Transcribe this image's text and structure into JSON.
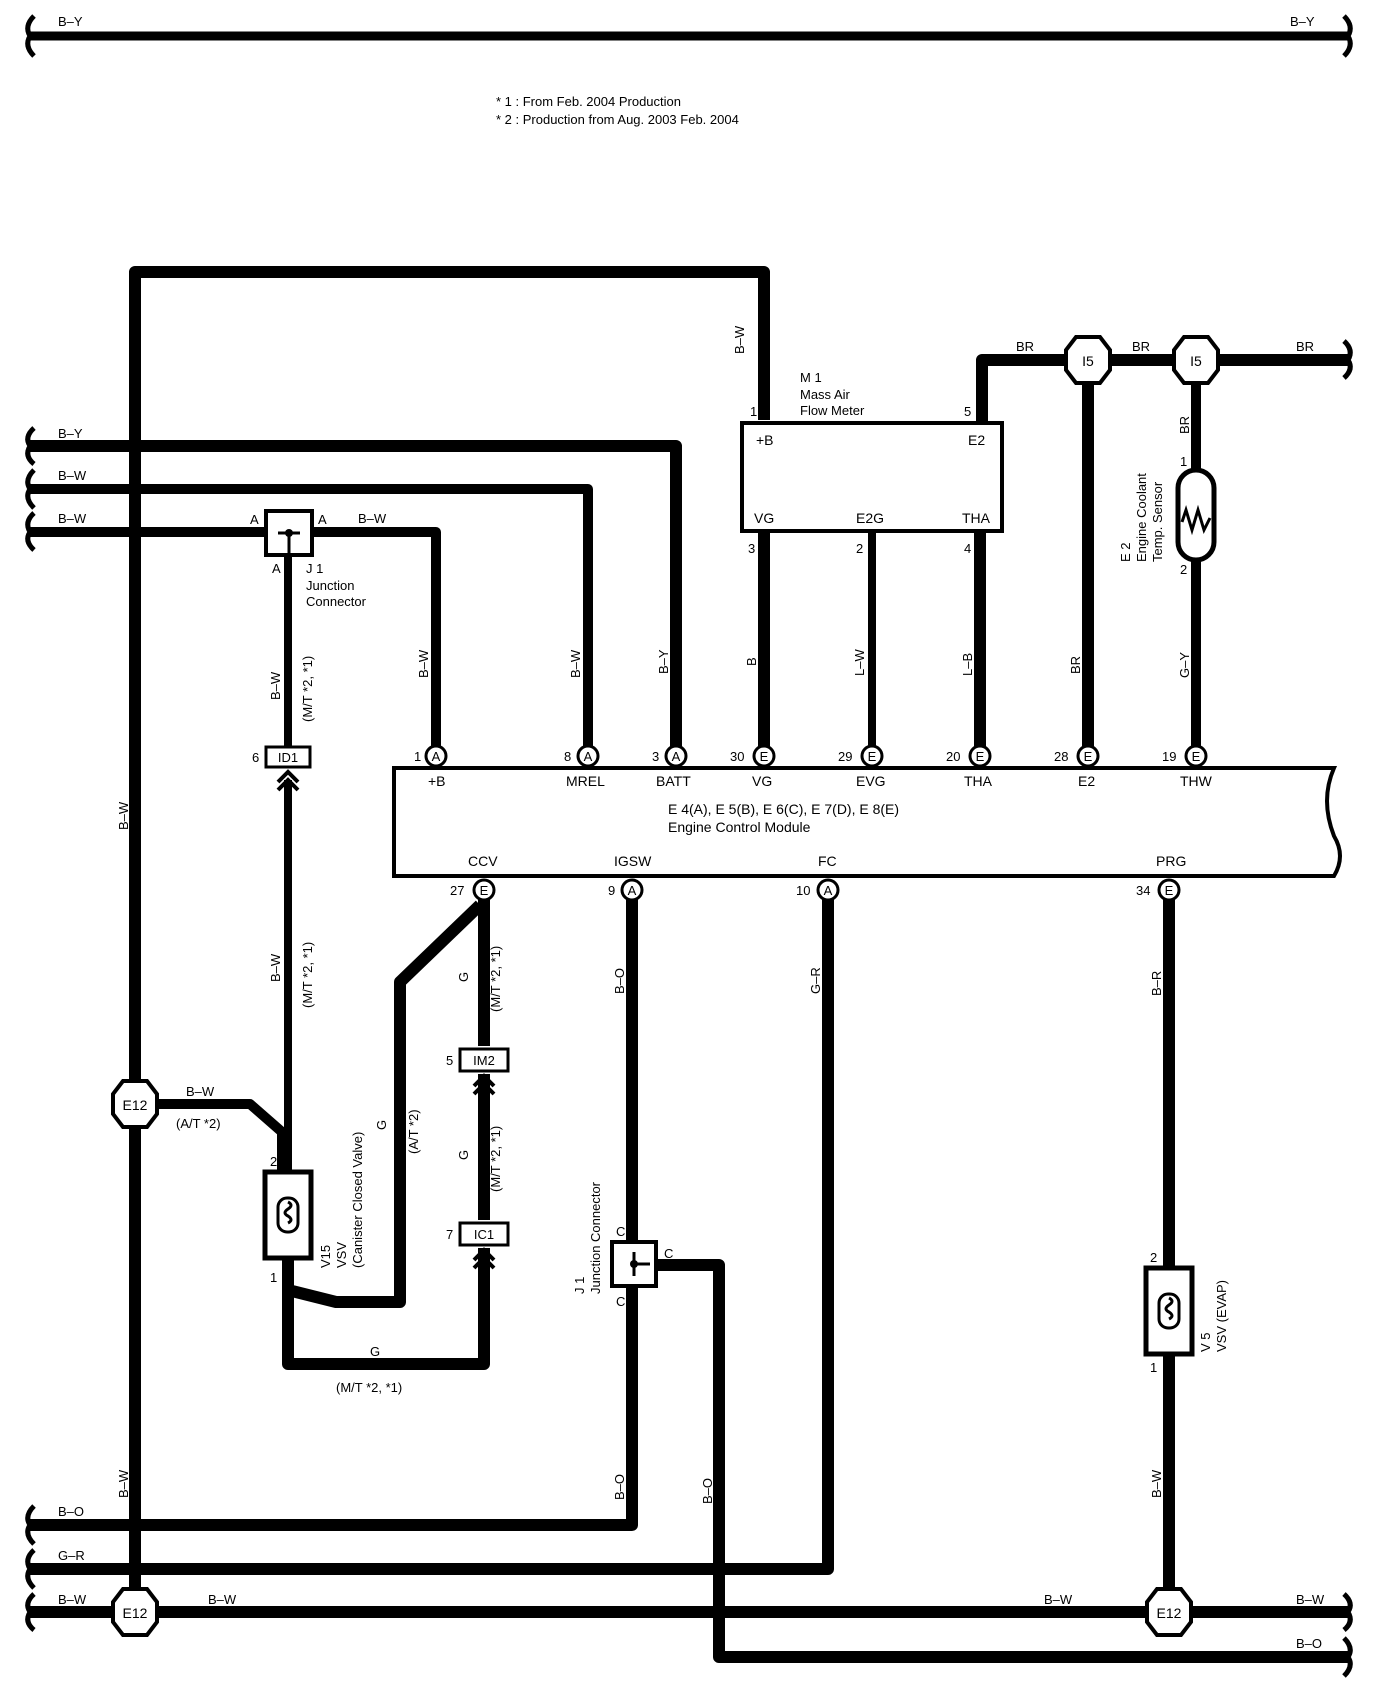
{
  "notes": {
    "note1": "* 1 : From Feb. 2004 Production",
    "note2": "* 2 : Production from Aug. 2003 Feb. 2004"
  },
  "top_bus": {
    "left": "B–Y",
    "right": "B–Y"
  },
  "left_buses": {
    "by": "B–Y",
    "bw1": "B–W",
    "bw2": "B–W",
    "bo": "B–O",
    "gr": "G–R",
    "bw_bottom": "B–W",
    "bw_bottom2": "B–W"
  },
  "right_buses": {
    "br": "BR",
    "bw": "B–W",
    "bo": "B–O"
  },
  "mass_air_flow_meter": {
    "id": "M 1",
    "name1": "Mass Air",
    "name2": "Flow Meter",
    "pins": {
      "p_b": "+B",
      "p_e2": "E2",
      "p_vg": "VG",
      "p_e2g": "E2G",
      "p_tha": "THA"
    },
    "pin_nums": {
      "n1": "1",
      "n5": "5",
      "n3": "3",
      "n2": "2",
      "n4": "4"
    }
  },
  "coolant_sensor": {
    "id": "E 2",
    "name1": "Engine Coolant",
    "name2": "Temp. Sensor",
    "pin1": "1",
    "pin2": "2"
  },
  "ecm": {
    "name1": "E 4(A), E 5(B), E 6(C), E 7(D), E 8(E)",
    "name2": "Engine Control Module",
    "top_pins": [
      {
        "num": "1",
        "conn": "A",
        "label": "+B"
      },
      {
        "num": "8",
        "conn": "A",
        "label": "MREL"
      },
      {
        "num": "3",
        "conn": "A",
        "label": "BATT"
      },
      {
        "num": "30",
        "conn": "E",
        "label": "VG"
      },
      {
        "num": "29",
        "conn": "E",
        "label": "EVG"
      },
      {
        "num": "20",
        "conn": "E",
        "label": "THA"
      },
      {
        "num": "28",
        "conn": "E",
        "label": "E2"
      },
      {
        "num": "19",
        "conn": "E",
        "label": "THW"
      }
    ],
    "bottom_pins": [
      {
        "num": "27",
        "conn": "E",
        "label": "CCV"
      },
      {
        "num": "9",
        "conn": "A",
        "label": "IGSW"
      },
      {
        "num": "10",
        "conn": "A",
        "label": "FC"
      },
      {
        "num": "34",
        "conn": "E",
        "label": "PRG"
      }
    ]
  },
  "junction_top": {
    "id": "J 1",
    "name1": "Junction",
    "name2": "Connector",
    "pin": "A"
  },
  "junction_bottom": {
    "id": "J 1",
    "name": "Junction Connector",
    "pin": "C"
  },
  "splices": {
    "i5": "I5",
    "e12": "E12"
  },
  "connectors": {
    "id1": "ID1",
    "im2": "IM2",
    "ic1": "IC1",
    "id1_pin": "6",
    "im2_pin": "5",
    "ic1_pin": "7"
  },
  "vsv15": {
    "id": "V15",
    "name1": "VSV",
    "name2": "(Canister Closed Valve)",
    "pin1": "1",
    "pin2": "2"
  },
  "vsv5": {
    "id": "V 5",
    "name": "VSV (EVAP)",
    "pin1": "1",
    "pin2": "2"
  },
  "wire_colors": {
    "bw": "B–W",
    "by": "B–Y",
    "b": "B",
    "lw": "L–W",
    "lb": "L–B",
    "br": "BR",
    "gy": "G–Y",
    "bo": "B–O",
    "gr": "G–R",
    "br2": "B–R",
    "g": "G"
  },
  "variant_labels": {
    "mt": "(M/T *2, *1)",
    "at": "(A/T *2)"
  }
}
